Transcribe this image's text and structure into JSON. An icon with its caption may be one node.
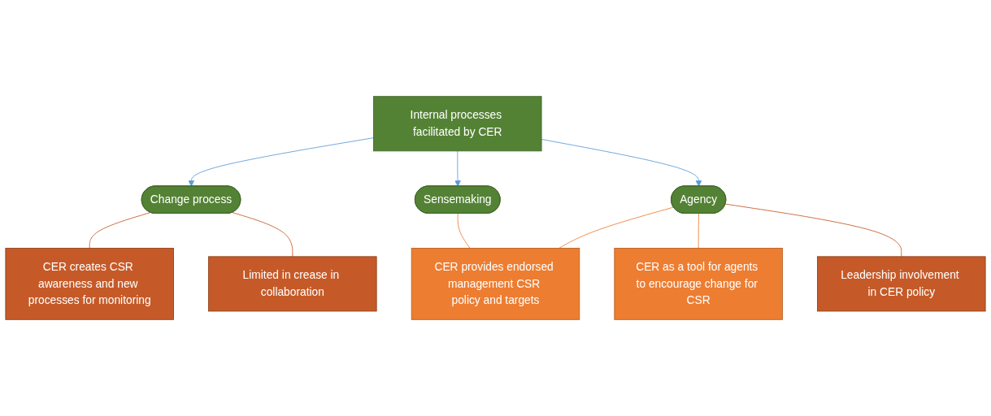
{
  "diagram": {
    "nodes": [
      {
        "text": [
          "Internal processes facilitated by CER"
        ]
      },
      {
        "text": [
          "Change process"
        ]
      },
      {
        "text": [
          "Sensemaking"
        ]
      },
      {
        "text": [
          "Agency"
        ]
      },
      {
        "text": [
          "CER creates CSR awareness and new processes for monitoring"
        ]
      },
      {
        "text": [
          "Limited in crease in collaboration"
        ]
      },
      {
        "text": [
          "CER provides endorsed management CSR policy and targets"
        ]
      },
      {
        "text": [
          "CER as a tool for agents to encourage change for CSR"
        ]
      },
      {
        "text": [
          "Leadership involvement in CER policy"
        ]
      }
    ],
    "edges": [
      {
        "from": 0,
        "to": 1,
        "arrow": "to",
        "color": "#5b9bd5"
      },
      {
        "from": 0,
        "to": 2,
        "arrow": "to",
        "color": "#5b9bd5"
      },
      {
        "from": 0,
        "to": 3,
        "arrow": "to",
        "color": "#5b9bd5"
      },
      {
        "from": 1,
        "to": 4,
        "arrow": "none",
        "color": "#c55a28"
      },
      {
        "from": 1,
        "to": 5,
        "arrow": "none",
        "color": "#c55a28"
      },
      {
        "from": 2,
        "to": 6,
        "arrow": "none",
        "color": "#ed7d31"
      },
      {
        "from": 3,
        "to": 6,
        "arrow": "none",
        "color": "#ed7d31"
      },
      {
        "from": 3,
        "to": 7,
        "arrow": "none",
        "color": "#ed7d31"
      },
      {
        "from": 3,
        "to": 8,
        "arrow": "none",
        "color": "#c55a28"
      }
    ]
  }
}
